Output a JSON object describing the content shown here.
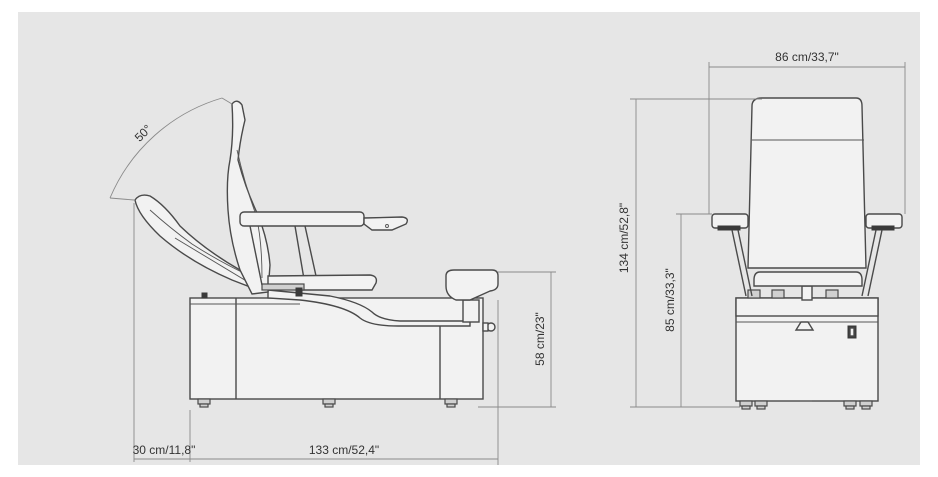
{
  "side_view": {
    "angle_label": "50°",
    "height_label": "58 cm/23\"",
    "length_label": "133 cm/52,4\"",
    "footrest_label": "30 cm/11,8\""
  },
  "front_view": {
    "width_label": "86 cm/33,7\"",
    "total_height_label": "134 cm/52,8\"",
    "armrest_height_label": "85 cm/33,3\""
  },
  "colors": {
    "background": "#e6e6e6",
    "line": "#4a4a4a",
    "dimension_line": "#8a8a8a"
  }
}
